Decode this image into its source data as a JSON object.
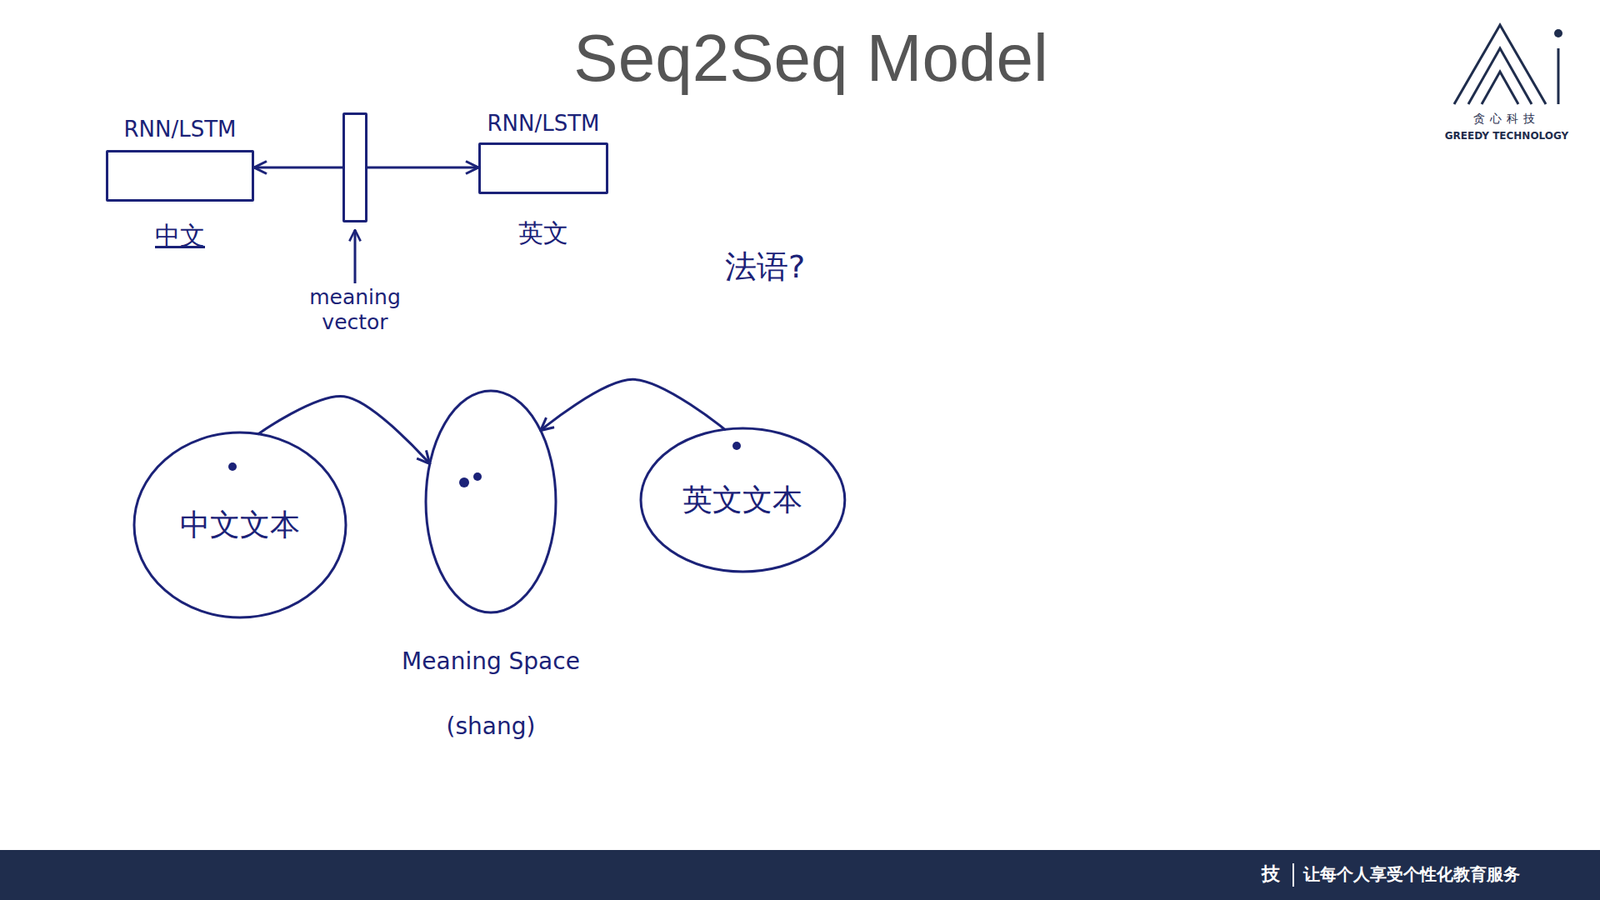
{
  "diagram": {
    "title": "Seq2Seq Model",
    "nodes": [
      {
        "text": [
          "RNN/LSTM",
          "中文"
        ]
      },
      {
        "text": [
          "meaning vector"
        ]
      },
      {
        "text": [
          "RNN/LSTM",
          "英文"
        ]
      },
      {
        "text": [
          "中文文本"
        ]
      },
      {
        "text": [
          "Meaning Space",
          "(shang)"
        ]
      },
      {
        "text": [
          "英文文本"
        ]
      }
    ],
    "edges": [
      {
        "from": 1,
        "to": 0,
        "arrow": "to"
      },
      {
        "from": 1,
        "to": 2,
        "arrow": "to"
      },
      {
        "from": 3,
        "to": 4,
        "arrow": "to"
      },
      {
        "from": 5,
        "to": 4,
        "arrow": "to"
      }
    ],
    "labels": [
      "法语?",
      "贪心科技",
      "GREEDY TECHNOLOGY",
      "技",
      "让每个人享受个性化教育服务"
    ]
  }
}
